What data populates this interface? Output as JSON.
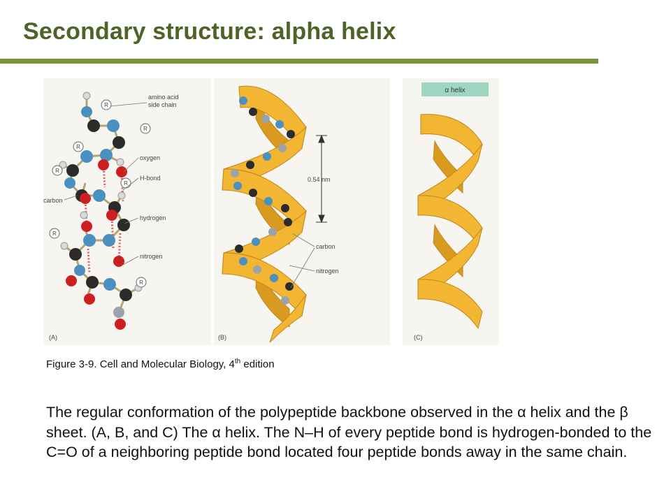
{
  "slide": {
    "title": "Secondary structure: alpha helix",
    "caption": {
      "prefix": "Figure 3-9. Cell and Molecular Biology, 4",
      "sup": "th",
      "suffix": " edition"
    },
    "body": "The regular conformation of the polypeptide backbone observed in the α helix and the β sheet. (A, B, and C) The α helix. The N–H of every peptide bond is hydrogen-bonded to the C=O of a neighboring peptide bond located four peptide bonds away in the same chain."
  },
  "figure": {
    "panel_a": {
      "label": "(A)",
      "side_chain_label": "amino acid side chain",
      "side_chain_lines": [
        "amino acid",
        "side chain"
      ],
      "oxygen": "oxygen",
      "hbond": "H-bond",
      "carbon": "carbon",
      "hydrogen": "hydrogen",
      "nitrogen": "nitrogen",
      "r_mark": "R"
    },
    "panel_b": {
      "label": "(B)",
      "pitch": "0.54 nm",
      "carbon": "carbon",
      "nitrogen": "nitrogen"
    },
    "panel_c": {
      "label": "(C)",
      "header": "α helix"
    }
  },
  "colors": {
    "title": "#4f6228",
    "rule": "#77933c",
    "ribbon": "#f2b633",
    "carbon_atom": "#2b2b2b",
    "nitrogen_atom": "#4a90c0",
    "oxygen_atom": "#cc1f1f",
    "hydrogen_atom": "#d9d9d9",
    "hbond": "#e06060",
    "alpha_header_bg": "#9fd6c3"
  }
}
